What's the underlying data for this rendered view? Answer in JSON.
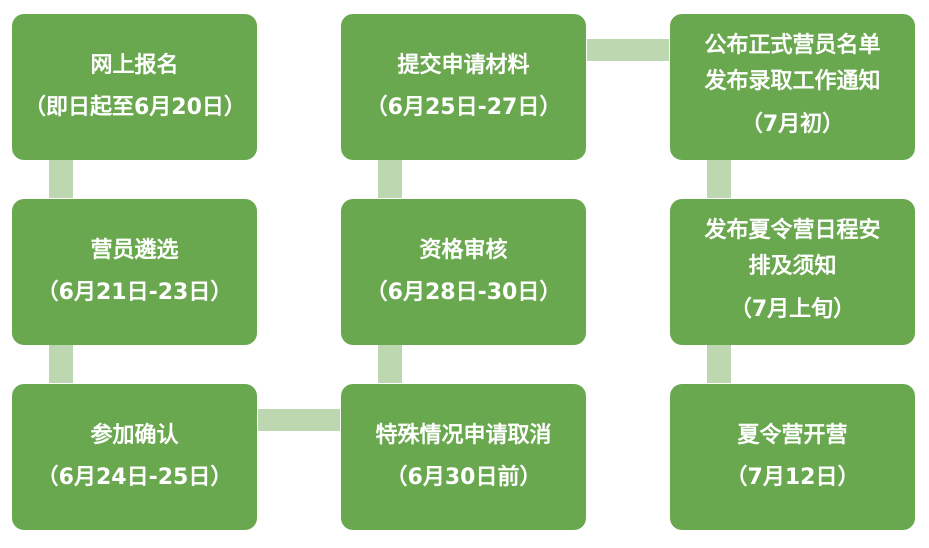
{
  "steps": [
    {
      "name": "网上报名",
      "date": "（即日起至6月20日）"
    },
    {
      "name": "营员遴选",
      "date": "（6月21日-23日）"
    },
    {
      "name": "参加确认",
      "date": "（6月24日-25日）"
    },
    {
      "name": "特殊情况申请取消",
      "date": "（6月30日前）"
    },
    {
      "name": "资格审核",
      "date": "（6月28日-30日）"
    },
    {
      "name": "提交申请材料",
      "date": "（6月25日-27日）"
    },
    {
      "name_line1": "公布正式营员名单",
      "name_line2": "发布录取工作通知",
      "date": "（7月初）"
    },
    {
      "name_line1": "发布夏令营日程安",
      "name_line2": "排及须知",
      "date": "（7月上旬）"
    },
    {
      "name": "夏令营开营",
      "date": "（7月12日）"
    }
  ],
  "colors": {
    "box_fill": "#6aa84f",
    "connector": "#bdd7b1",
    "text": "#ffffff"
  }
}
